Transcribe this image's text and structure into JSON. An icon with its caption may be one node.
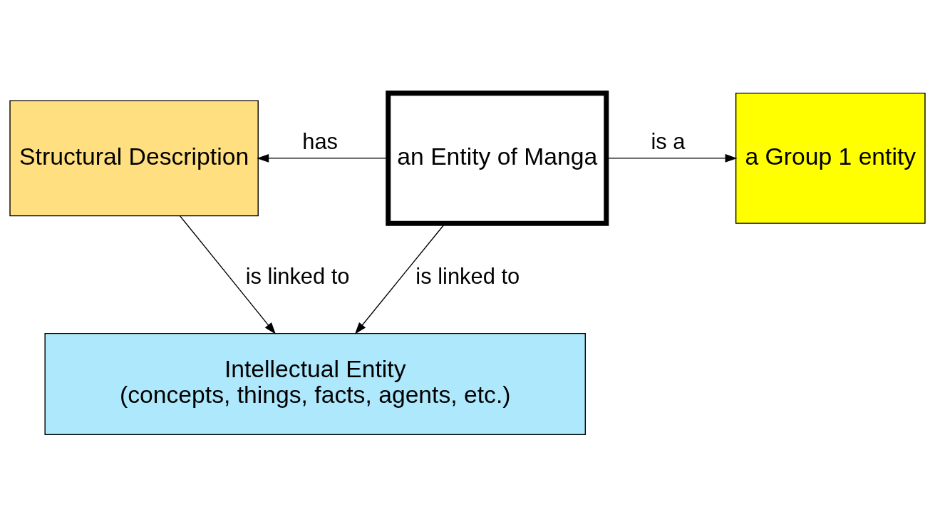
{
  "diagram": {
    "nodes": [
      {
        "text": [
          "Structural Description"
        ]
      },
      {
        "text": [
          "an Entity of Manga"
        ]
      },
      {
        "text": [
          "a Group 1 entity"
        ]
      },
      {
        "text": [
          "Intellectual Entity",
          "(concepts, things, facts, agents, etc.)"
        ]
      }
    ],
    "edges": [
      {
        "from": 1,
        "to": 0,
        "arrow": "to",
        "label": "has"
      },
      {
        "from": 1,
        "to": 2,
        "arrow": "to",
        "label": "is a"
      },
      {
        "from": 0,
        "to": 3,
        "arrow": "to",
        "label": "is linked to"
      },
      {
        "from": 1,
        "to": 3,
        "arrow": "to",
        "label": "is linked to"
      }
    ]
  }
}
